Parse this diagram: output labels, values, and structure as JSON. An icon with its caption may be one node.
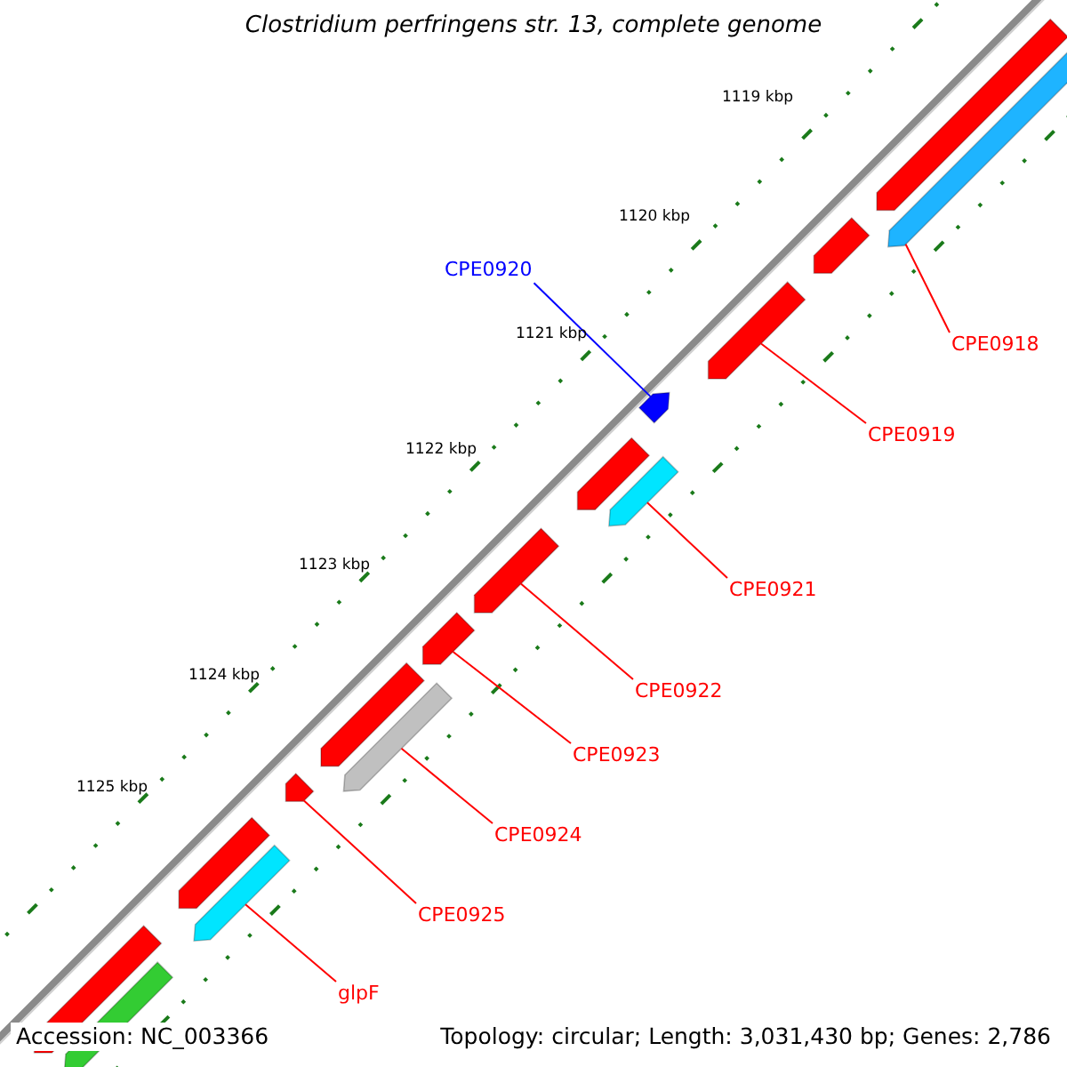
{
  "diagram": {
    "title": "Clostridium perfringens str. 13, complete genome",
    "nodes": [
      {
        "text": [
          "CPE0920"
        ]
      },
      {
        "text": [
          "CPE0918"
        ]
      },
      {
        "text": [
          "CPE0919"
        ]
      },
      {
        "text": [
          "CPE0921"
        ]
      },
      {
        "text": [
          "CPE0922"
        ]
      },
      {
        "text": [
          "CPE0923"
        ]
      },
      {
        "text": [
          "CPE0924"
        ]
      },
      {
        "text": [
          "CPE0925"
        ]
      },
      {
        "text": [
          "glpF"
        ]
      },
      {
        "text": [],
        "shape": "bar"
      },
      {
        "text": [],
        "shape": "bar"
      },
      {
        "text": [],
        "shape": "bar"
      },
      {
        "text": [],
        "shape": "bar"
      },
      {
        "text": [],
        "shape": "bar"
      },
      {
        "text": [],
        "shape": "bar"
      },
      {
        "text": [],
        "shape": "bar"
      },
      {
        "text": [],
        "shape": "bar"
      },
      {
        "text": [],
        "shape": "bar"
      },
      {
        "text": [],
        "shape": "bar"
      },
      {
        "text": [],
        "shape": "bar"
      },
      {
        "text": [],
        "shape": "bar"
      },
      {
        "text": [],
        "shape": "bar"
      },
      {
        "text": [],
        "shape": "bar"
      },
      {
        "text": [],
        "shape": "bar"
      },
      {
        "text": [],
        "shape": "bar"
      }
    ],
    "edges": [
      {
        "from": 0,
        "to": 13,
        "arrow": "none",
        "color": "#0000ff"
      },
      {
        "from": 1,
        "to": 10,
        "arrow": "none"
      },
      {
        "from": 2,
        "to": 12,
        "arrow": "none"
      },
      {
        "from": 3,
        "to": 15,
        "arrow": "none"
      },
      {
        "from": 4,
        "to": 16,
        "arrow": "none"
      },
      {
        "from": 5,
        "to": 17,
        "arrow": "none"
      },
      {
        "from": 6,
        "to": 19,
        "arrow": "none"
      },
      {
        "from": 7,
        "to": 20,
        "arrow": "none"
      },
      {
        "from": 8,
        "to": 22,
        "arrow": "none"
      }
    ],
    "labels": [
      "1119 kbp",
      "1120 kbp",
      "1121 kbp",
      "1122 kbp",
      "1123 kbp",
      "1124 kbp",
      "1125 kbp",
      "Accession: NC_003366",
      "Topology: circular; Length: 3,031,430 bp; Genes: 2,786"
    ]
  }
}
